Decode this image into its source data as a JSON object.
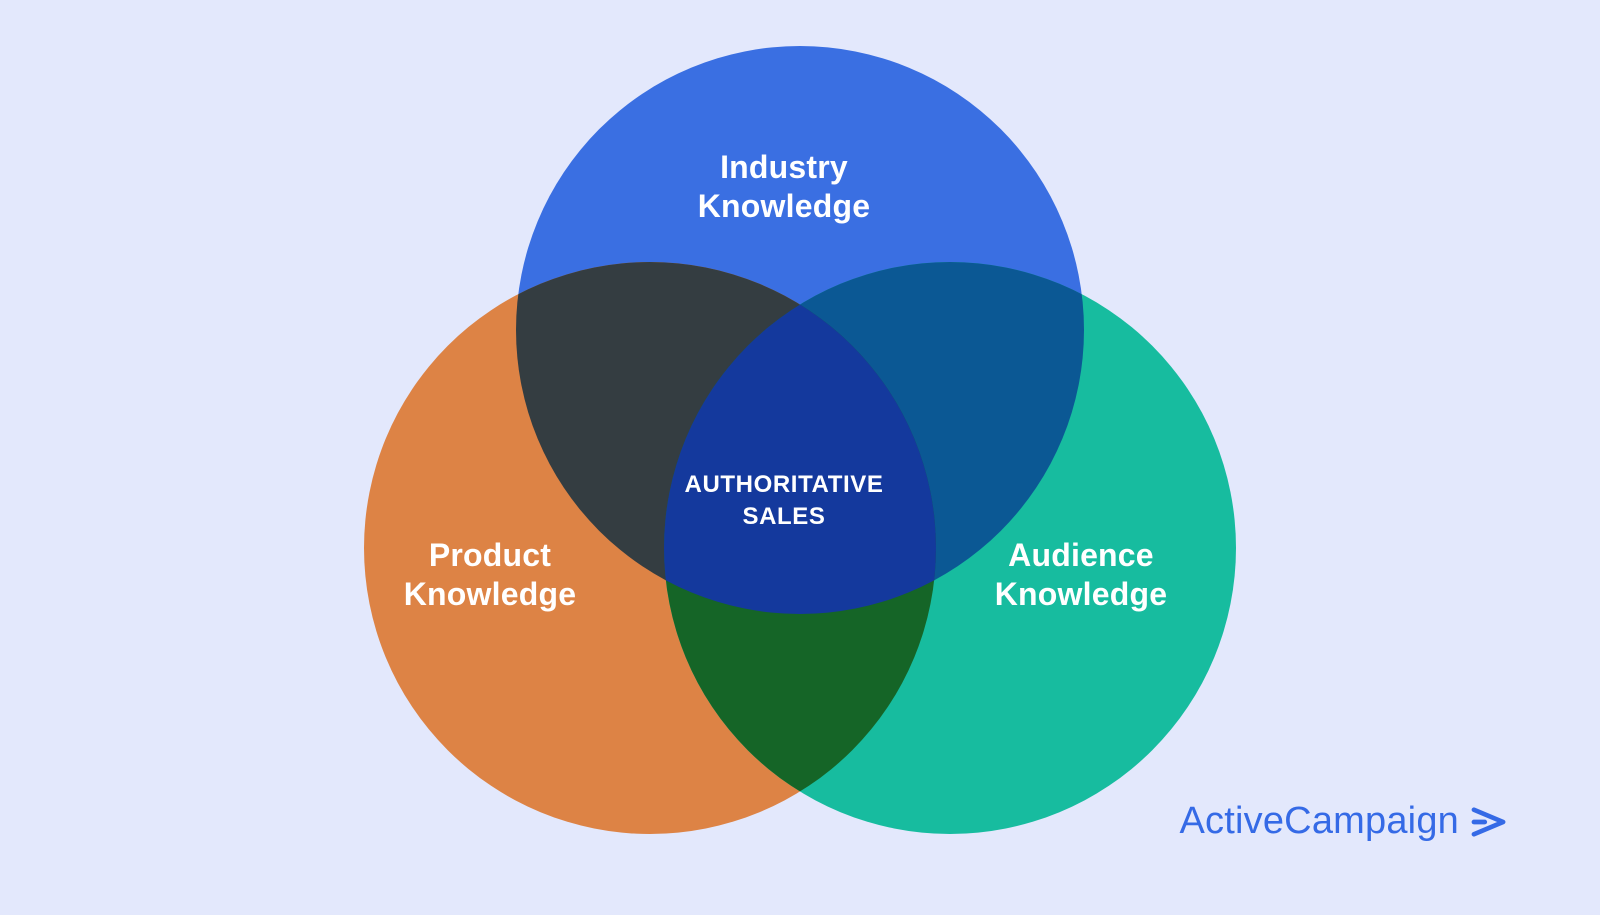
{
  "background_color": "#e3e8fc",
  "diagram": {
    "type": "venn-3",
    "circles": [
      {
        "id": "industry",
        "label": "Industry Knowledge",
        "color": "#3a6fe2"
      },
      {
        "id": "product",
        "label": "Product Knowledge",
        "color": "#dd8345"
      },
      {
        "id": "audience",
        "label": "Audience Knowledge",
        "color": "#17bc9f"
      }
    ],
    "overlap_colors": {
      "industry_product": "#343d41",
      "industry_audience": "#0b5894",
      "product_audience": "#156527",
      "center": "#14399d"
    },
    "center_label": "AUTHORITATIVE SALES",
    "text_color": "#ffffff"
  },
  "branding": {
    "logo_text": "ActiveCampaign",
    "logo_color": "#356ae6"
  }
}
